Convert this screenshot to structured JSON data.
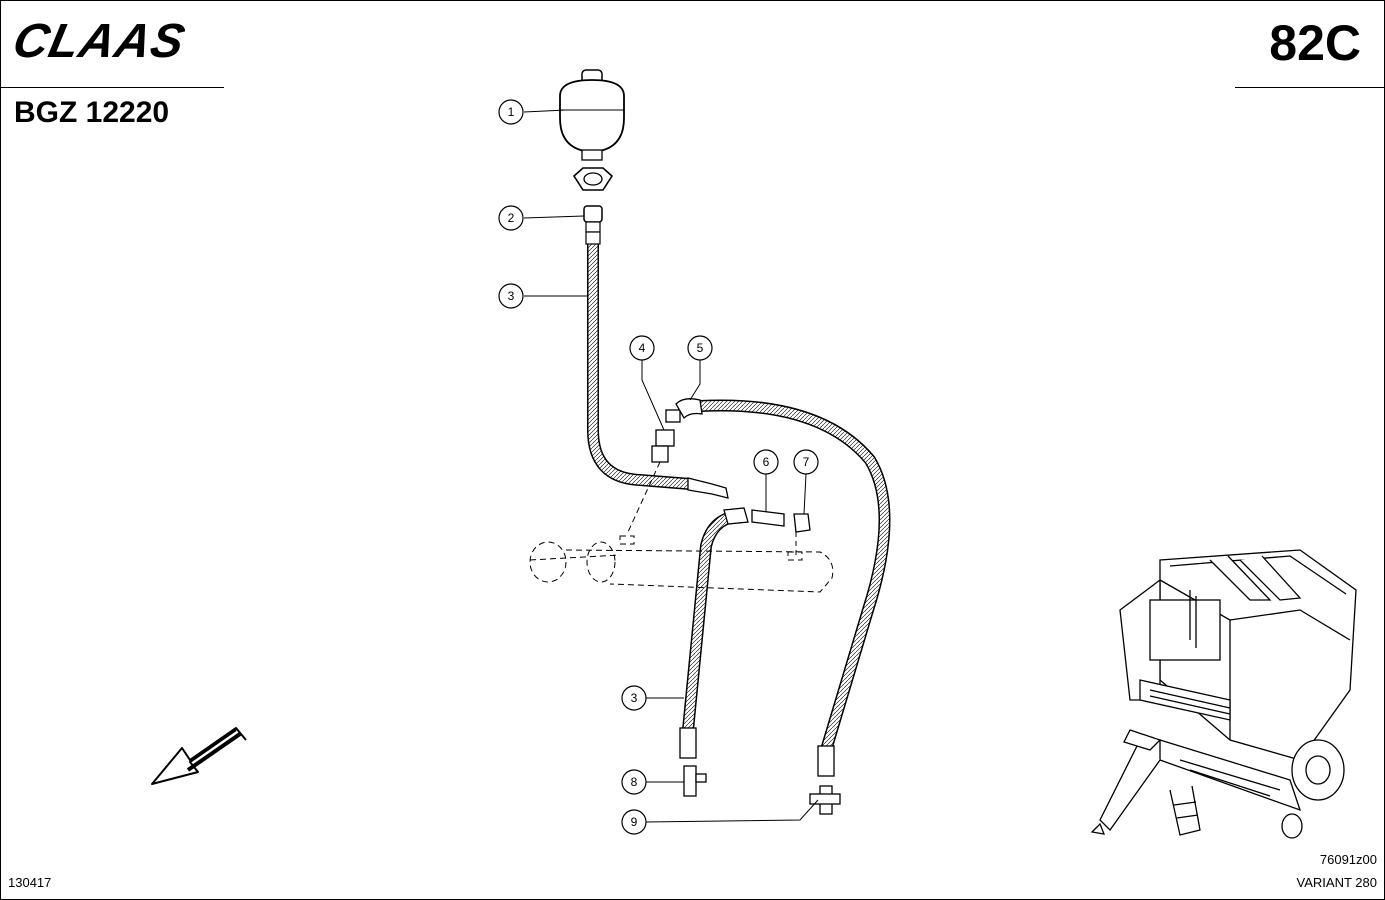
{
  "header": {
    "brand": "CLAAS",
    "doc_code": "BGZ 12220",
    "page_code": "82C"
  },
  "footer": {
    "date_code": "130417",
    "drawing_number": "76091z00",
    "model": "VARIANT 280"
  },
  "callouts": [
    {
      "id": "c1",
      "label": "1"
    },
    {
      "id": "c2",
      "label": "2"
    },
    {
      "id": "c3a",
      "label": "3"
    },
    {
      "id": "c4",
      "label": "4"
    },
    {
      "id": "c5",
      "label": "5"
    },
    {
      "id": "c6",
      "label": "6"
    },
    {
      "id": "c7",
      "label": "7"
    },
    {
      "id": "c3b",
      "label": "3"
    },
    {
      "id": "c8",
      "label": "8"
    },
    {
      "id": "c9",
      "label": "9"
    }
  ]
}
